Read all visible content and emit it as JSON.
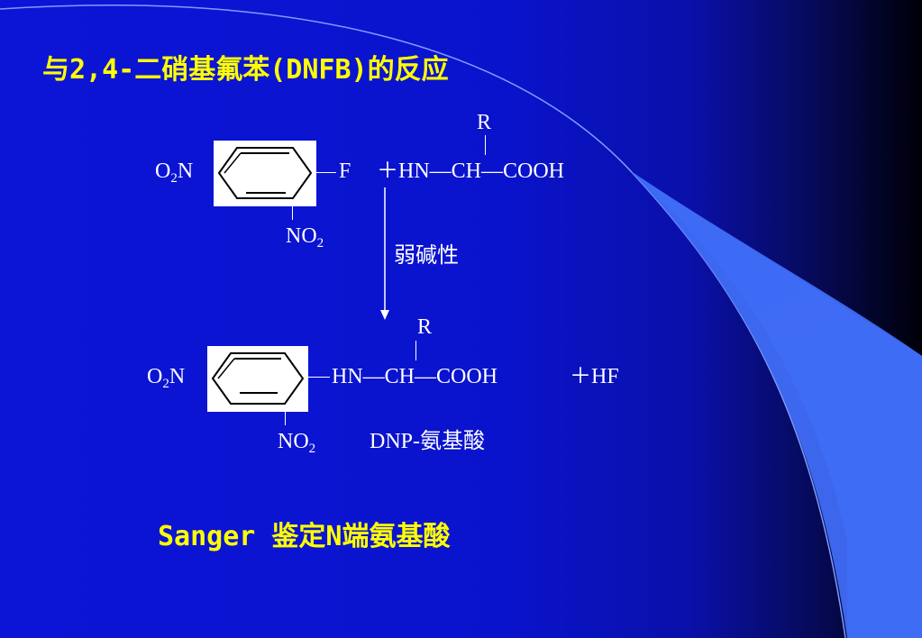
{
  "slide": {
    "title": "与2,4-二硝基氟苯(DNFB)的反应",
    "footer": "Sanger  鉴定N端氨基酸"
  },
  "colors": {
    "background": "#0c15d6",
    "title_text": "#ffff00",
    "body_text": "#ffffff",
    "decoration": "#4a7cff"
  },
  "reaction": {
    "reactant": {
      "o2n": "O",
      "o2n_sub": "2",
      "o2n_n": "N",
      "f": "F",
      "no2": "NO",
      "no2_sub": "2"
    },
    "amino_acid": {
      "r": "R",
      "formula": "＋HN—CH—COOH"
    },
    "condition": "弱碱性",
    "product": {
      "o2n": "O",
      "o2n_sub": "2",
      "o2n_n": "N",
      "r": "R",
      "formula": "HN—CH—COOH",
      "hf": "＋HF",
      "no2": "NO",
      "no2_sub": "2",
      "name": "DNP-氨基酸"
    }
  }
}
